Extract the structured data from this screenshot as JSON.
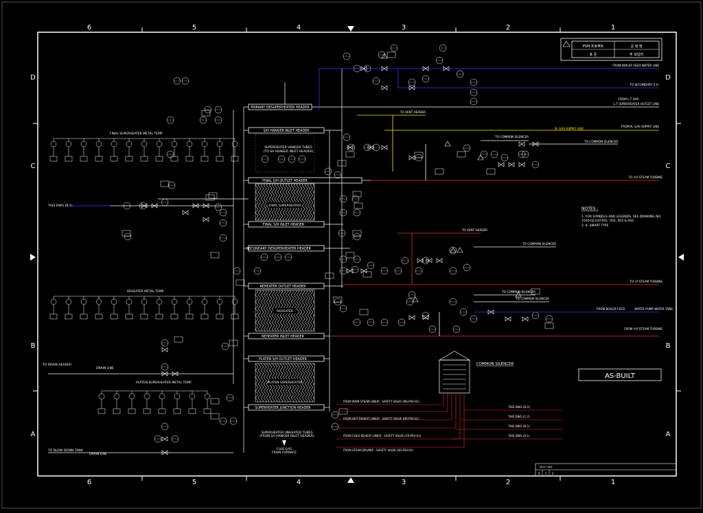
{
  "grid": {
    "columns": [
      "6",
      "5",
      "4",
      "3",
      "2",
      "1"
    ],
    "rows": [
      "D",
      "C",
      "B",
      "A"
    ]
  },
  "title_block": {
    "company": "PSM 프로젝트",
    "row1_right": "공 정 명",
    "row2_left": "표 준",
    "row2_right": "주 보일러"
  },
  "headers": {
    "primary_desuperheater": "PRIMARY DESUPERHEATER HEADER",
    "sh_hanger_inlet": "S/H HANGER INLET HEADER",
    "final_sh_outlet": "FINAL S/H OUTLET HEADER",
    "final_sh_inlet": "FINAL S/H INLET HEADER",
    "secondary_desuperheater": "SECONDARY DESUPERHEATER HEADER",
    "reheater_outlet": "REHEATER OUTLET HEADER",
    "reheater_inlet": "REHEATER INLET HEADER",
    "platen_sh_outlet": "PLATEN S/H OUTLET HEADER",
    "superheater_junction": "SUPERHEATER JUNCTION HEADER"
  },
  "components": {
    "final_superheater": "FINAL SUPERHEATER",
    "reheater": "REHEATER",
    "platen_superheater": "PLATEN SUPERHEATER",
    "final_sh_metal_temp": "FINAL SUPERHEATER METAL TEMP",
    "reheater_metal_temp": "REHEATER METAL TEMP",
    "platen_sh_metal_temp": "PLATEN SUPERHEATER METAL TEMP",
    "hanger_tubes": "SUPERHEATER HANGER TUBES",
    "hanger_tubes_sub": "(TO SH HANGER INLET HEADER)",
    "unheated_tubes": "SUPERHEATER UNHEATED TUBES",
    "unheated_tubes_sub": "(FROM SH HANGER INLET HEADER)",
    "flue_gas": "FLUE GAS",
    "flue_gas_sub": "FROM FURNACE"
  },
  "silencer": {
    "title": "COMMON SILENCER"
  },
  "lines": {
    "feed_water": "FROM BOILER FEED WATER LINE",
    "to_secondary_sh": "TO SECONDARY S.H.",
    "lt_sh_outlet": "L.T SUPERHEATER OUTLET LINE",
    "from_lt_shp": "FROM L.T SHP",
    "to_vent_header_1": "TO VENT HEADER",
    "ng_gas_supply": "N. GAS SUPPLY LINE",
    "from_ng_gas": "FROM N. GAS SUPPLY LINE",
    "to_common_silencer": "TO COMMON SILENCER",
    "to_hp_turbine": "TO H.P STEAM TURBINE",
    "to_vent_header_2": "TO VENT HEADER",
    "to_ip_turbine": "TO I.P STEAM TURBINE",
    "from_boiler_feed": "FROM BOILER FEED",
    "water_pump_dis": "WATER PUMP WATER TANK",
    "from_hp_turbine": "FROM H.P STEAM TURBINE",
    "to_drain_header": "TO DRAIN HEADER",
    "drain_line_1": "DRAIN LINE",
    "to_blow_down": "TO BLOW DOWN TANK",
    "drain_line_2": "DRAIN LINE",
    "from_main_steam": "FROM MAIN STEAM LINE(P : SAFETY VALVE (MS-PSV-01)",
    "from_hot_reheat": "FROM HOT REHEAT LINE(P : SAFETY VALVE (HR-PSV-01)",
    "from_cold_reheat": "FROM COLD REHEAT LINE(P : SAFETY VALVE (CR-PSV-01)",
    "from_steam_drum": "FROM STEAM DRUM(P : SAFETY VALVE (SD-PSV-01)",
    "dwg_ref_1": "THIS DWG (D-2)",
    "dwg_ref_2": "THIS DWG (C-2)",
    "dwg_ref_3": "THIS DWG (B-1)",
    "dwg_ref_4": "THIS DWG (A-1)",
    "this_dwg_b6": "THIS DWG (B-1)"
  },
  "notes": {
    "title": "NOTES :",
    "line1": "1. FOR SYMBOLS AND LEGENDS, SEE DRAWING NO.",
    "line2": "   1500-DJ-103-001, 002, 003 & 004",
    "line3": "2. K: SMART TYPE"
  },
  "stamp": {
    "label": "AS-BUILT"
  },
  "revision_block": {
    "label": "MULT UNIT",
    "cell1": "0",
    "cell2": "1",
    "cell3": "2"
  },
  "colors": {
    "background": "#000000",
    "line": "#ffffff",
    "feedwater": "#2f3cff",
    "steam_red": "#ff2a2a",
    "gas_yellow": "#ffee00"
  }
}
